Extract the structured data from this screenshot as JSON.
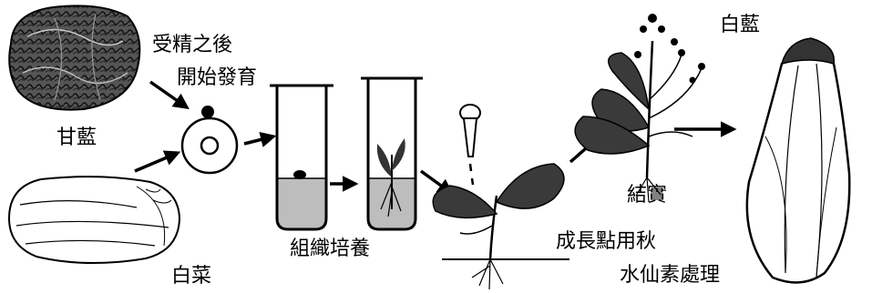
{
  "labels": {
    "cabbage": "甘藍",
    "chinese_cabbage": "白菜",
    "fertilization_line1": "受精之後",
    "fertilization_line2": "開始發育",
    "tissue_culture": "組織培養",
    "colchicine_line1": "成長點用秋",
    "colchicine_line2": "水仙素處理",
    "fruiting": "結實",
    "hybrid": "白藍"
  },
  "colors": {
    "ink": "#000000",
    "medium": "#bdbdbd",
    "leaf_dark": "#3a3a3a",
    "background": "#ffffff"
  }
}
